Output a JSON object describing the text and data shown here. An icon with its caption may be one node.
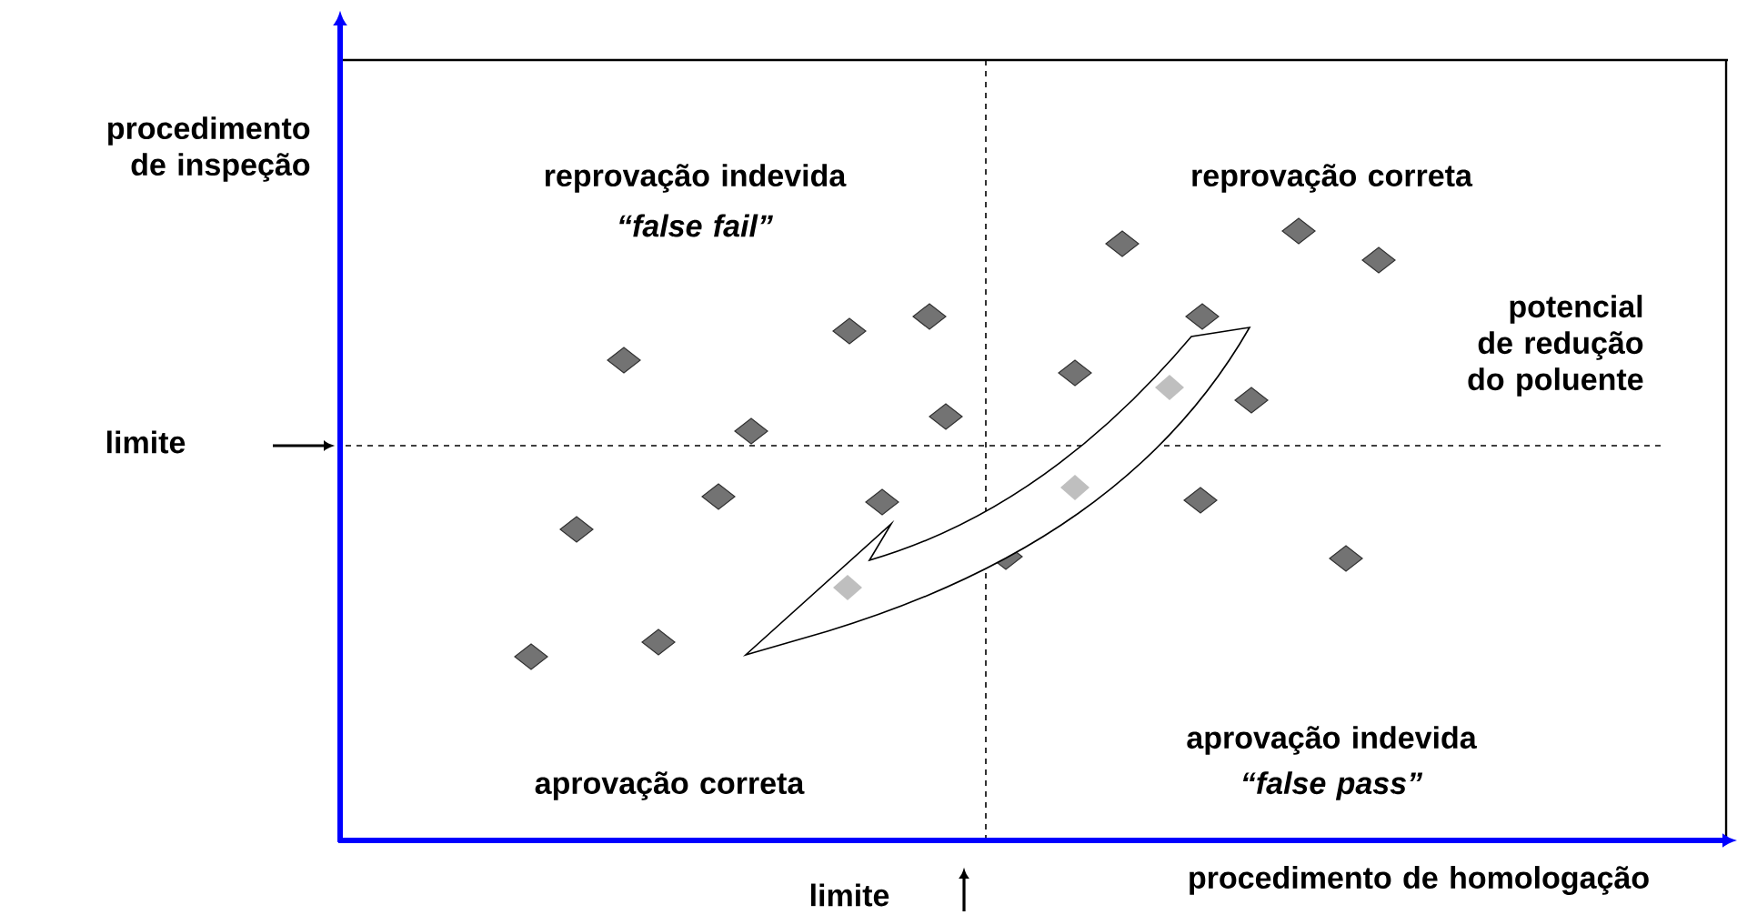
{
  "diagram": {
    "labels": [
      "procedimento de inspeção",
      "reprovação indevida",
      "“false fail”",
      "reprovação correta",
      "potencial de redução do poluente",
      "limite",
      "aprovação correta",
      "aprovação indevida",
      "“false pass”",
      "limite",
      "procedimento de homologação"
    ]
  }
}
